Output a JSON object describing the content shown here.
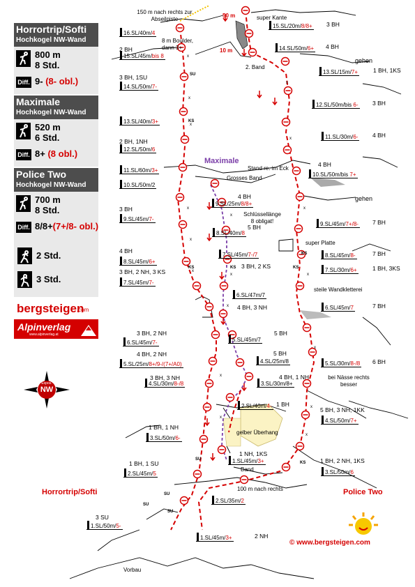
{
  "routes": [
    {
      "name": "Horrortrip/Softi",
      "sub": "Hochkogel NW-Wand",
      "length": "800 m",
      "time": "8 Std.",
      "diff_label": "Diff.",
      "grade": "9-",
      "grade_obl": "(8- obl.)"
    },
    {
      "name": "Maximale",
      "sub": "Hochkogel NW-Wand",
      "length": "520 m",
      "time": "6 Std.",
      "diff_label": "Diff.",
      "grade": "8+",
      "grade_obl": "(8 obl.)"
    },
    {
      "name": "Police Two",
      "sub": "Hochkogel NW-Wand",
      "length": "700 m",
      "time": "8 Std.",
      "diff_label": "Diff.",
      "grade": "8/8+",
      "grade_obl": "(7+/8- obl.)"
    }
  ],
  "approach": {
    "time_up": "2 Std.",
    "time_down": "3 Std."
  },
  "logos": {
    "bergsteigen": "bergsteigen",
    "bergsteigen_com": ".com",
    "alpinverlag": "Alpinverlag",
    "alpinverlag_url": "www.alpinverlag.at"
  },
  "compass": {
    "exposure": "Expos.",
    "dir": "NW"
  },
  "route_labels": {
    "left": "Horrortrip/Softi",
    "right": "Police Two",
    "middle": "Maximale"
  },
  "copyright": "©  www.bergsteigen.com",
  "pitches": [
    {
      "no": "16.SL/40m/",
      "grade": "4",
      "gc": "red",
      "note": ""
    },
    {
      "no": "15.SL/45m/",
      "grade": "bis 8",
      "gc": "red",
      "note": "2 BH"
    },
    {
      "no": "14.SL/50m/",
      "grade": "7-",
      "gc": "red",
      "note": "3 BH, 1SU"
    },
    {
      "no": "13.SL/40m/",
      "grade": "3+",
      "gc": "red",
      "note": ""
    },
    {
      "no": "12.SL/50m/",
      "grade": "6",
      "gc": "red",
      "note": "2 BH, 1NH"
    },
    {
      "no": "11.SL/60m/",
      "grade": "3+",
      "gc": "red",
      "note": ""
    },
    {
      "no": "10.SL/50m/",
      "grade": "2",
      "gc": "black",
      "note": ""
    },
    {
      "no": "9.SL/45m/",
      "grade": "7-",
      "gc": "red",
      "note": "3 BH"
    },
    {
      "no": "8.SL/45m/",
      "grade": "6+",
      "gc": "red",
      "note": "4 BH"
    },
    {
      "no": "7.SL/45m/",
      "grade": "7-",
      "gc": "red",
      "note": "3 BH, 2 NH, 3 KS"
    },
    {
      "no": "6.SL/45m/",
      "grade": "7-",
      "gc": "red",
      "note": "3 BH, 2 NH"
    },
    {
      "no": "5.SL/25m/",
      "grade": "8+/9-/(7+/A0)",
      "gc": "red",
      "note": "4 BH, 2 NH"
    },
    {
      "no": "4.SL/30m/",
      "grade": "8-/8",
      "gc": "red",
      "note": "3 BH, 3 NH"
    },
    {
      "no": "3.SL/50m/",
      "grade": "6-",
      "gc": "red",
      "note": "1 BH, 1 NH"
    },
    {
      "no": "2.SL/45m/",
      "grade": "5",
      "gc": "red",
      "note": "1 BH, 1 SU"
    },
    {
      "no": "1.SL/50m/",
      "grade": "5-",
      "gc": "red",
      "note": "3 SU"
    }
  ],
  "pitches_right": [
    {
      "no": "15.SL/20m/",
      "grade": "8/8+",
      "gc": "red",
      "note": "3 BH"
    },
    {
      "no": "14.SL/50m/",
      "grade": "6+",
      "gc": "red",
      "note": "4 BH"
    },
    {
      "no": "13.SL/15m/",
      "grade": "7+",
      "gc": "red",
      "note": "1 BH, 1KS"
    },
    {
      "no": "12.SL/50m/bis ",
      "grade": "6-",
      "gc": "red",
      "note": "3 BH"
    },
    {
      "no": "11.SL/30m/",
      "grade": "6-",
      "gc": "red",
      "note": "4 BH"
    },
    {
      "no": "10.SL/50m/bis ",
      "grade": "7+",
      "gc": "red",
      "note": "4 BH"
    },
    {
      "no": "9.SL/45m/",
      "grade": "7+/8-",
      "gc": "red",
      "note": "7 BH"
    },
    {
      "no": "8.SL/45m/",
      "grade": "8-",
      "gc": "red",
      "note": "7 BH"
    },
    {
      "no": "7.SL/30m/",
      "grade": "6+",
      "gc": "red",
      "note": "1 BH, 3KS"
    },
    {
      "no": "6.SL/45m/",
      "grade": "7",
      "gc": "red",
      "note": "7 BH"
    },
    {
      "no": "5.SL/30m/",
      "grade": "8-/8",
      "gc": "red",
      "note": "6 BH"
    },
    {
      "no": "4.SL/50m/",
      "grade": "7+",
      "gc": "red",
      "note": "5 BH, 3 NH, 1KK"
    },
    {
      "no": "3.SL/50m/",
      "grade": "6",
      "gc": "red",
      "note": "1 BH, 2 NH, 1KS"
    },
    {
      "no": "2.SL/35m/",
      "grade": "2",
      "gc": "red",
      "note": ""
    },
    {
      "no": "1.SL/45m/",
      "grade": "3+",
      "gc": "red",
      "note": "2 NH"
    }
  ],
  "pitches_max": [
    {
      "no": "9.SL/25m/",
      "grade": "8/8+",
      "gc": "red",
      "note": "4 BH"
    },
    {
      "no": "8.SL/40m/",
      "grade": "8",
      "gc": "red",
      "note": "5 BH"
    },
    {
      "no": "7.SL/45m/",
      "grade": "7-/7",
      "gc": "red",
      "note": "3 BH, 2 KS"
    },
    {
      "no": "6.SL/47m/",
      "grade": "7",
      "gc": "black",
      "note": "4 BH, 3 NH"
    },
    {
      "no": "5.SL/45m/",
      "grade": "7",
      "gc": "black",
      "note": "5 BH"
    },
    {
      "no": "4.SL/25m/",
      "grade": "8",
      "gc": "black",
      "note": "5 BH"
    },
    {
      "no": "3.SL/30m/",
      "grade": "8+",
      "gc": "black",
      "note": "4 BH, 1 NH"
    },
    {
      "no": "2.SL/40m/",
      "grade": "4-",
      "gc": "red",
      "note": "1 BH"
    },
    {
      "no": "1.SL/45m/",
      "grade": "3+",
      "gc": "red",
      "note": "1 NH, 1KS"
    }
  ],
  "terrain": {
    "top_rope": "150 m nach rechts zur Abseilpiste",
    "super_kante": "super Kante",
    "boulder": "8 m Boulder, dann 3+",
    "band2": "2. Band",
    "m50": "50 m",
    "m10": "10 m",
    "gehen1": "gehen",
    "gehen2": "gehen",
    "stand": "Stand re. im Eck",
    "grosses_band": "Grosses Band",
    "schluessel": "Schlüssellänge 8 obligat!",
    "super_platte": "super Platte",
    "steile": "steile Wandkletterei",
    "naesse": "bei Nässe rechts besser",
    "gelber": "gelber Überhang",
    "band": "Band",
    "m100": "100 m nach rechts",
    "vorbau": "Vorbau"
  },
  "abbr": {
    "ks": "KS",
    "su": "SU",
    "x": "x",
    "xx": "xx"
  }
}
